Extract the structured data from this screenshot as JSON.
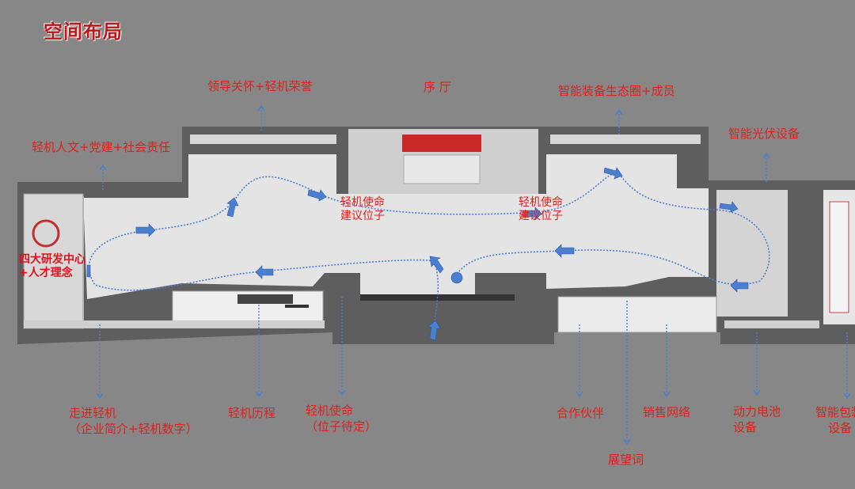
{
  "title": "空间布局",
  "top_labels": {
    "leadership": "领导关怀+轻机荣誉",
    "lobby": "序 厅",
    "ecosystem": "智能装备生态圈+成员",
    "culture": "轻机人文+党建+社会责任",
    "pv": "智能光伏设备"
  },
  "inner_labels": {
    "mission_left_1": "轻机使命",
    "mission_left_2": "建议位子",
    "mission_right_1": "轻机使命",
    "mission_right_2": "建议位子",
    "rd_1": "四大研发中心",
    "rd_2": "+人才理念"
  },
  "bottom_labels": {
    "enter_1": "走进轻机",
    "enter_2": "（企业简介+轻机数字）",
    "history": "轻机历程",
    "mission_1": "轻机使命",
    "mission_2": "（位子待定）",
    "partners": "合作伙伴",
    "vision": "展望词",
    "sales": "销售网络",
    "battery_1": "动力电池",
    "battery_2": "设备",
    "packaging_1": "智能包装",
    "packaging_2": "设备"
  },
  "colors": {
    "label": "#e0201c",
    "arrow": "#4a7fd0",
    "floor": "#e4e4e4",
    "wall": "#5e5e5e"
  }
}
